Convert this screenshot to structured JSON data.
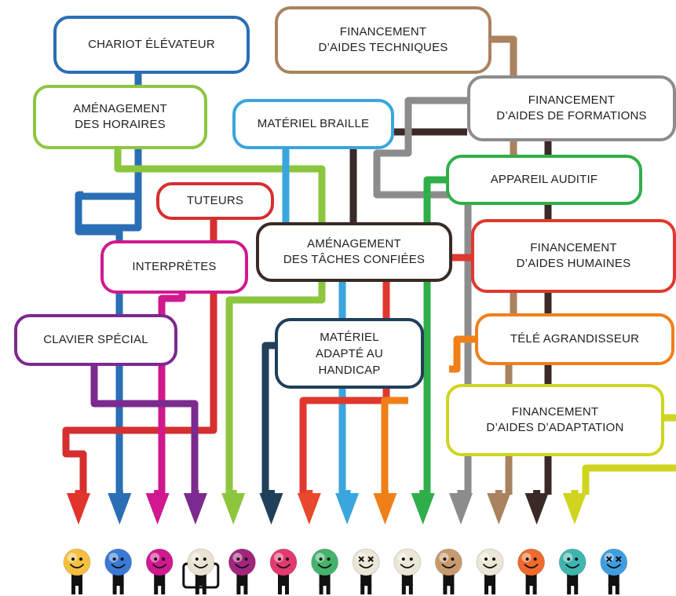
{
  "colors": {
    "chariot": "#2a6eb5",
    "financement_techniques": "#a9825f",
    "financement_formations": "#8c8c8c",
    "amenagement_horaires": "#8cc63f",
    "materiel_braille": "#3aa6dd",
    "appareil_auditif": "#2fae4a",
    "tuteurs": "#d62f2f",
    "amenagement_taches": "#3a2a26",
    "financement_humaines": "#e0382f",
    "interpretes": "#d0198f",
    "clavier": "#7b2a8f",
    "materiel_adapte": "#203f5b",
    "tele_agrandisseur": "#f07f1a",
    "financement_adaptation": "#cfd51e"
  },
  "boxes": {
    "chariot": "CHARIOT ÉLÉVATEUR",
    "financement_techniques": "FINANCEMENT\nD’AIDES TECHNIQUES",
    "amenagement_horaires": "AMÉNAGEMENT\nDES HORAIRES",
    "materiel_braille": "MATÉRIEL BRAILLE",
    "financement_formations": "FINANCEMENT\nD’AIDES DE FORMATIONS",
    "appareil_auditif": "APPAREIL AUDITIF",
    "tuteurs": "TUTEURS",
    "amenagement_taches": "AMÉNAGEMENT\nDES TÂCHES CONFIÉES",
    "financement_humaines": "FINANCEMENT\nD’AIDES HUMAINES",
    "interpretes": "INTERPRÈTES",
    "clavier": "CLAVIER SPÉCIAL",
    "materiel_adapte": "MATÉRIEL\nADAPTÉ AU\nHANDICAP",
    "tele_agrandisseur": "TÉLÉ AGRANDISSEUR",
    "financement_adaptation": "FINANCEMENT\nD’AIDES D’ADAPTATION"
  },
  "arrows": [
    {
      "name": "arrow-red",
      "color": "#e0342c"
    },
    {
      "name": "arrow-blue",
      "color": "#2a6eb5"
    },
    {
      "name": "arrow-magenta",
      "color": "#d0198f"
    },
    {
      "name": "arrow-purple",
      "color": "#7b2a8f"
    },
    {
      "name": "arrow-green-light",
      "color": "#8cc63f"
    },
    {
      "name": "arrow-navy",
      "color": "#203f5b"
    },
    {
      "name": "arrow-red-orange",
      "color": "#e8482b"
    },
    {
      "name": "arrow-cyan",
      "color": "#3aa6dd"
    },
    {
      "name": "arrow-orange",
      "color": "#f07f1a"
    },
    {
      "name": "arrow-green",
      "color": "#2fae4a"
    },
    {
      "name": "arrow-gray",
      "color": "#8c8c8c"
    },
    {
      "name": "arrow-tan",
      "color": "#a9825f"
    },
    {
      "name": "arrow-dark-brown",
      "color": "#3a2a26"
    },
    {
      "name": "arrow-yellow-green",
      "color": "#cfd51e"
    }
  ],
  "people": [
    {
      "name": "person-yellow",
      "color": "#f5c040",
      "eyes": "dots",
      "wheelchair": false
    },
    {
      "name": "person-blue",
      "color": "#3a7ad6",
      "eyes": "dots",
      "wheelchair": false
    },
    {
      "name": "person-magenta-green",
      "color": "#d0198f",
      "eyes": "dots",
      "wheelchair": false
    },
    {
      "name": "person-wheelchair",
      "color": "#e9e2d2",
      "eyes": "dots",
      "wheelchair": true
    },
    {
      "name": "person-purple",
      "color": "#a0267c",
      "eyes": "dots",
      "wheelchair": false
    },
    {
      "name": "person-pink",
      "color": "#e23a6e",
      "eyes": "dots",
      "wheelchair": false
    },
    {
      "name": "person-green",
      "color": "#45b36b",
      "eyes": "dots",
      "wheelchair": false
    },
    {
      "name": "person-crossed-eyes",
      "color": "#ece6d6",
      "eyes": "cross",
      "wheelchair": false
    },
    {
      "name": "person-cream",
      "color": "#ece6d6",
      "eyes": "dots",
      "wheelchair": false
    },
    {
      "name": "person-tan",
      "color": "#c79a6e",
      "eyes": "dots",
      "wheelchair": false
    },
    {
      "name": "person-beige",
      "color": "#ece6d6",
      "eyes": "dots",
      "wheelchair": false
    },
    {
      "name": "person-orange",
      "color": "#ef6a2c",
      "eyes": "dots",
      "wheelchair": false
    },
    {
      "name": "person-teal",
      "color": "#3fb5b0",
      "eyes": "dots",
      "wheelchair": false
    },
    {
      "name": "person-sky-blue",
      "color": "#3f9ee0",
      "eyes": "cross",
      "wheelchair": false
    }
  ]
}
